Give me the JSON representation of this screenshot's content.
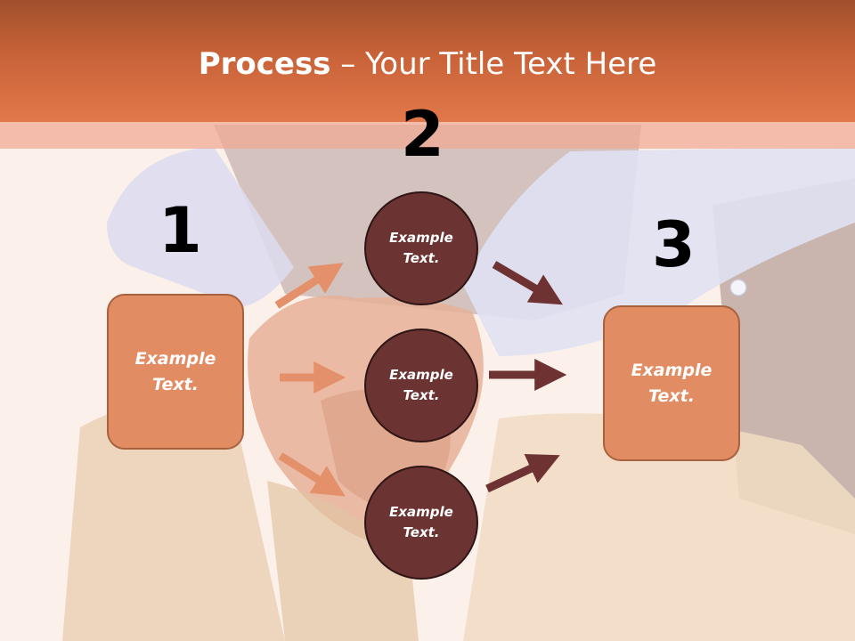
{
  "title": {
    "bold": "Process",
    "rest": " – Your Title Text Here"
  },
  "steps": {
    "one": {
      "number": "1",
      "text": "Example Text."
    },
    "two": {
      "number": "2"
    },
    "three": {
      "number": "3",
      "text": "Example Text."
    }
  },
  "circles": [
    {
      "text": "Example Text."
    },
    {
      "text": "Example Text."
    },
    {
      "text": "Example Text."
    }
  ],
  "colors": {
    "header": "#e2784a",
    "box_fill": "#e18c63",
    "circle_fill": "#6b3331",
    "arrow_light": "#e4906a",
    "arrow_dark": "#6e3232"
  }
}
